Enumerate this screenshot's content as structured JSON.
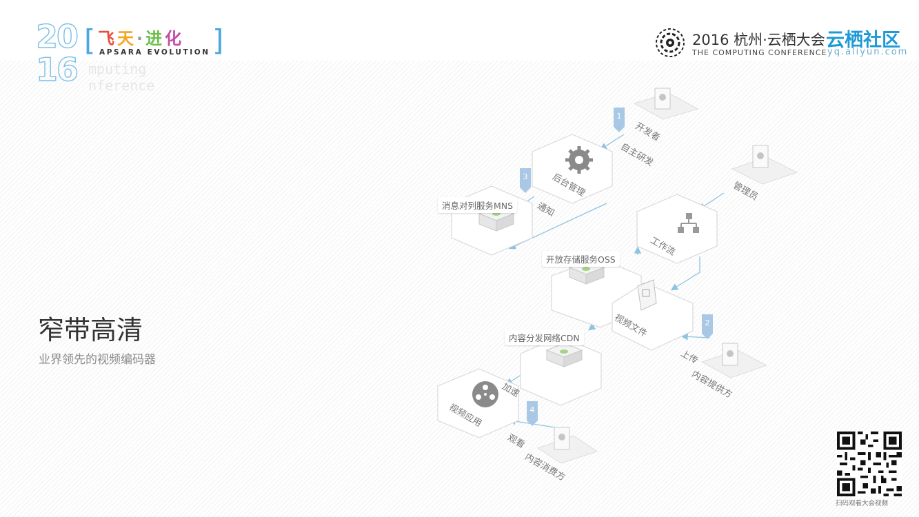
{
  "header": {
    "year_top": "20",
    "year_bottom": "16",
    "faint_line1": "mputing",
    "faint_line2": "nference",
    "bracket_left": "[",
    "bracket_right": "]",
    "slogan_cn": [
      "飞",
      "天",
      "·",
      "进",
      "化"
    ],
    "slogan_en": "APSARA EVOLUTION",
    "conference_title": "2016 杭州·云栖大会",
    "conference_subtitle": "THE COMPUTING CONFERENCE",
    "community_title": "云栖社区",
    "community_url": "yq.aliyun.com"
  },
  "slide": {
    "title": "窄带高清",
    "subtitle": "业界领先的视频编码器"
  },
  "diagram": {
    "actors": {
      "developer": "开发者",
      "admin": "管理员",
      "content_provider": "内容提供方",
      "content_consumer": "内容消费方"
    },
    "nodes": {
      "backend": "后台管理",
      "workflow": "工作流",
      "video_file": "视频文件",
      "video_app": "视频应用"
    },
    "services": {
      "mns": "消息对列服务MNS",
      "oss": "开放存储服务OSS",
      "cdn": "内容分发网络CDN"
    },
    "edges": {
      "self_dev": "自主研发",
      "notify": "通知",
      "upload": "上传",
      "accelerate": "加速",
      "watch": "观看"
    },
    "steps": [
      "1",
      "2",
      "3",
      "4"
    ]
  },
  "qr": {
    "caption": "扫码观看大会视频"
  },
  "colors": {
    "accent_blue": "#1e9ad6",
    "flag_blue": "#a9c8e6",
    "line_blue": "#8fc3e0",
    "hex_border": "#d9d9d9"
  }
}
